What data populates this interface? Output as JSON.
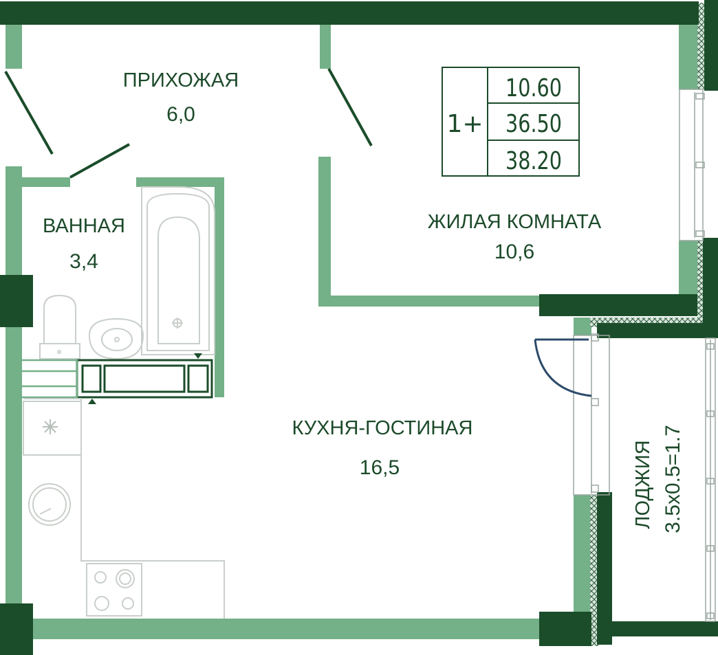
{
  "colors": {
    "wall_dark": "#1b4d2a",
    "wall_light": "#74b088",
    "fixture_line": "#c9cfca",
    "door_swing": "#2c4a6a",
    "text": "#1c4a2a"
  },
  "summary": {
    "rooms_code": "1+",
    "living_area": "10.60",
    "total_area": "36.50",
    "total_with_balcony": "38.20"
  },
  "rooms": {
    "hallway": {
      "name": "ПРИХОЖАЯ",
      "area": "6,0"
    },
    "bathroom": {
      "name": "ВАННАЯ",
      "area": "3,4"
    },
    "living_room": {
      "name": "ЖИЛАЯ КОМНАТА",
      "area": "10,6"
    },
    "kitchen_living": {
      "name": "КУХНЯ-ГОСТИНАЯ",
      "area": "16,5"
    },
    "loggia": {
      "name": "ЛОДЖИЯ",
      "area": "3.5x0.5=1.7"
    }
  },
  "fixtures": {
    "fridge": "snowflake-icon",
    "washing_machine": "washer-icon",
    "stove": "stove-icon",
    "toilet": "toilet-icon",
    "sink": "sink-icon",
    "bathtub": "bathtub-icon"
  }
}
